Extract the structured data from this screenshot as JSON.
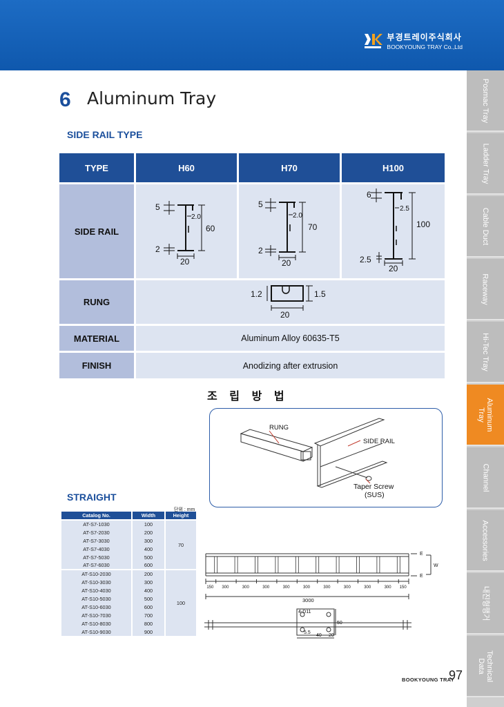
{
  "brand": {
    "name_ko": "부경트레이주식회사",
    "name_en": "BOOKYOUNG TRAY Co.,Ltd"
  },
  "tabs": [
    {
      "label": "Posmac Tray",
      "active": false
    },
    {
      "label": "Ladder Tray",
      "active": false
    },
    {
      "label": "Cable Duct",
      "active": false
    },
    {
      "label": "Raceway",
      "active": false
    },
    {
      "label": "Hi-Tec Tray",
      "active": false
    },
    {
      "label": "Aluminum Tray",
      "active": true
    },
    {
      "label": "Channel",
      "active": false
    },
    {
      "label": "Accessories",
      "active": false
    },
    {
      "label": "내진형행거",
      "active": false
    },
    {
      "label": "Technical Data",
      "active": false
    }
  ],
  "title": {
    "number": "6",
    "text": "Aluminum Tray"
  },
  "side_rail_section": "SIDE RAIL TYPE",
  "spec": {
    "type_label": "TYPE",
    "types": [
      "H60",
      "H70",
      "H100"
    ],
    "side_rail_label": "SIDE RAIL",
    "rails": [
      {
        "top": "5",
        "thick": "2.0",
        "height": "60",
        "bottom": "2",
        "width": "20"
      },
      {
        "top": "5",
        "thick": "2.0",
        "height": "70",
        "bottom": "2",
        "width": "20"
      },
      {
        "top": "6",
        "thick": "2.5",
        "height": "100",
        "bottom": "2.5",
        "width": "20"
      }
    ],
    "rung_label": "RUNG",
    "rung": {
      "left": "1.2",
      "right": "1.5",
      "width": "20"
    },
    "material_label": "MATERIAL",
    "material": "Aluminum Alloy 60635-T5",
    "finish_label": "FINISH",
    "finish": "Anodizing after extrusion"
  },
  "assembly": {
    "title": "조 립 방 법",
    "rung": "RUNG",
    "side_rail": "SIDE RAIL",
    "screw": "Taper Screw",
    "screw_mat": "(SUS)"
  },
  "straight": {
    "section": "STRAIGHT",
    "unit": "단위 : mm",
    "headers": [
      "Catalog No.",
      "Width",
      "Height"
    ],
    "group1": {
      "height": "70",
      "rows": [
        [
          "AT-S7-1030",
          "100"
        ],
        [
          "AT-S7-2030",
          "200"
        ],
        [
          "AT-S7-3030",
          "300"
        ],
        [
          "AT-S7-4030",
          "400"
        ],
        [
          "AT-S7-5030",
          "500"
        ],
        [
          "AT-S7-6030",
          "600"
        ]
      ]
    },
    "group2": {
      "height": "100",
      "rows": [
        [
          "AT-S10-2030",
          "200"
        ],
        [
          "AT-S10-3030",
          "300"
        ],
        [
          "AT-S10-4030",
          "400"
        ],
        [
          "AT-S10-5030",
          "500"
        ],
        [
          "AT-S10-6030",
          "600"
        ],
        [
          "AT-S10-7030",
          "700"
        ],
        [
          "AT-S10-8030",
          "800"
        ],
        [
          "AT-S10-9030",
          "900"
        ]
      ]
    }
  },
  "drawing": {
    "spacings": [
      "150",
      "300",
      "300",
      "300",
      "300",
      "300",
      "300",
      "300",
      "300",
      "300",
      "150"
    ],
    "total": "3000",
    "e_label": "E",
    "w_label": "W",
    "hole": "4-D11",
    "dim_50": "50",
    "dim_55": "5.5",
    "dim_40": "40",
    "dim_20": "20"
  },
  "footer": {
    "brand": "BOOKYOUNG TRAY",
    "page": "97"
  }
}
